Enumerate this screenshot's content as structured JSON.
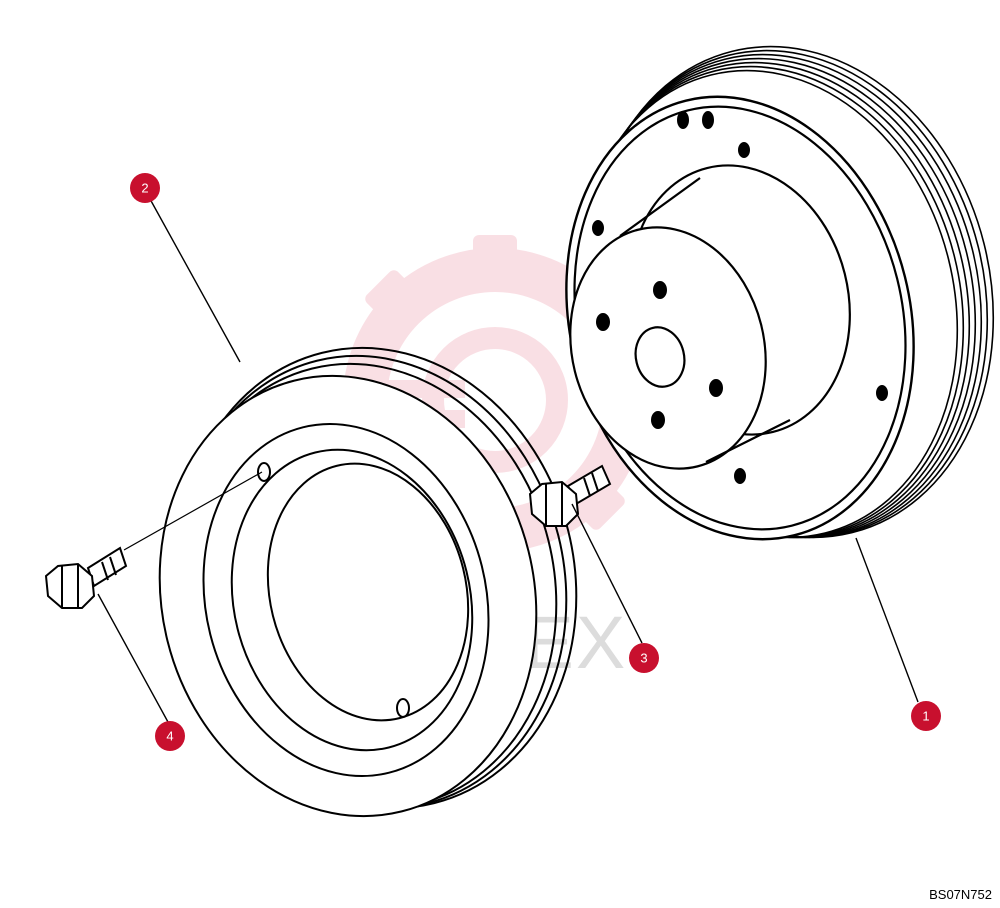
{
  "watermark": {
    "text": "ИНТЕХ",
    "gear_color": "#f5c6cf",
    "text_color": "#dcdcdc"
  },
  "callout_color": "#c8102e",
  "callouts": [
    {
      "id": "1",
      "part": "crankshaft-pulley"
    },
    {
      "id": "2",
      "part": "pulley-ring"
    },
    {
      "id": "3",
      "part": "bolt-right"
    },
    {
      "id": "4",
      "part": "bolt-left"
    }
  ],
  "figure_code": "BS07N752"
}
